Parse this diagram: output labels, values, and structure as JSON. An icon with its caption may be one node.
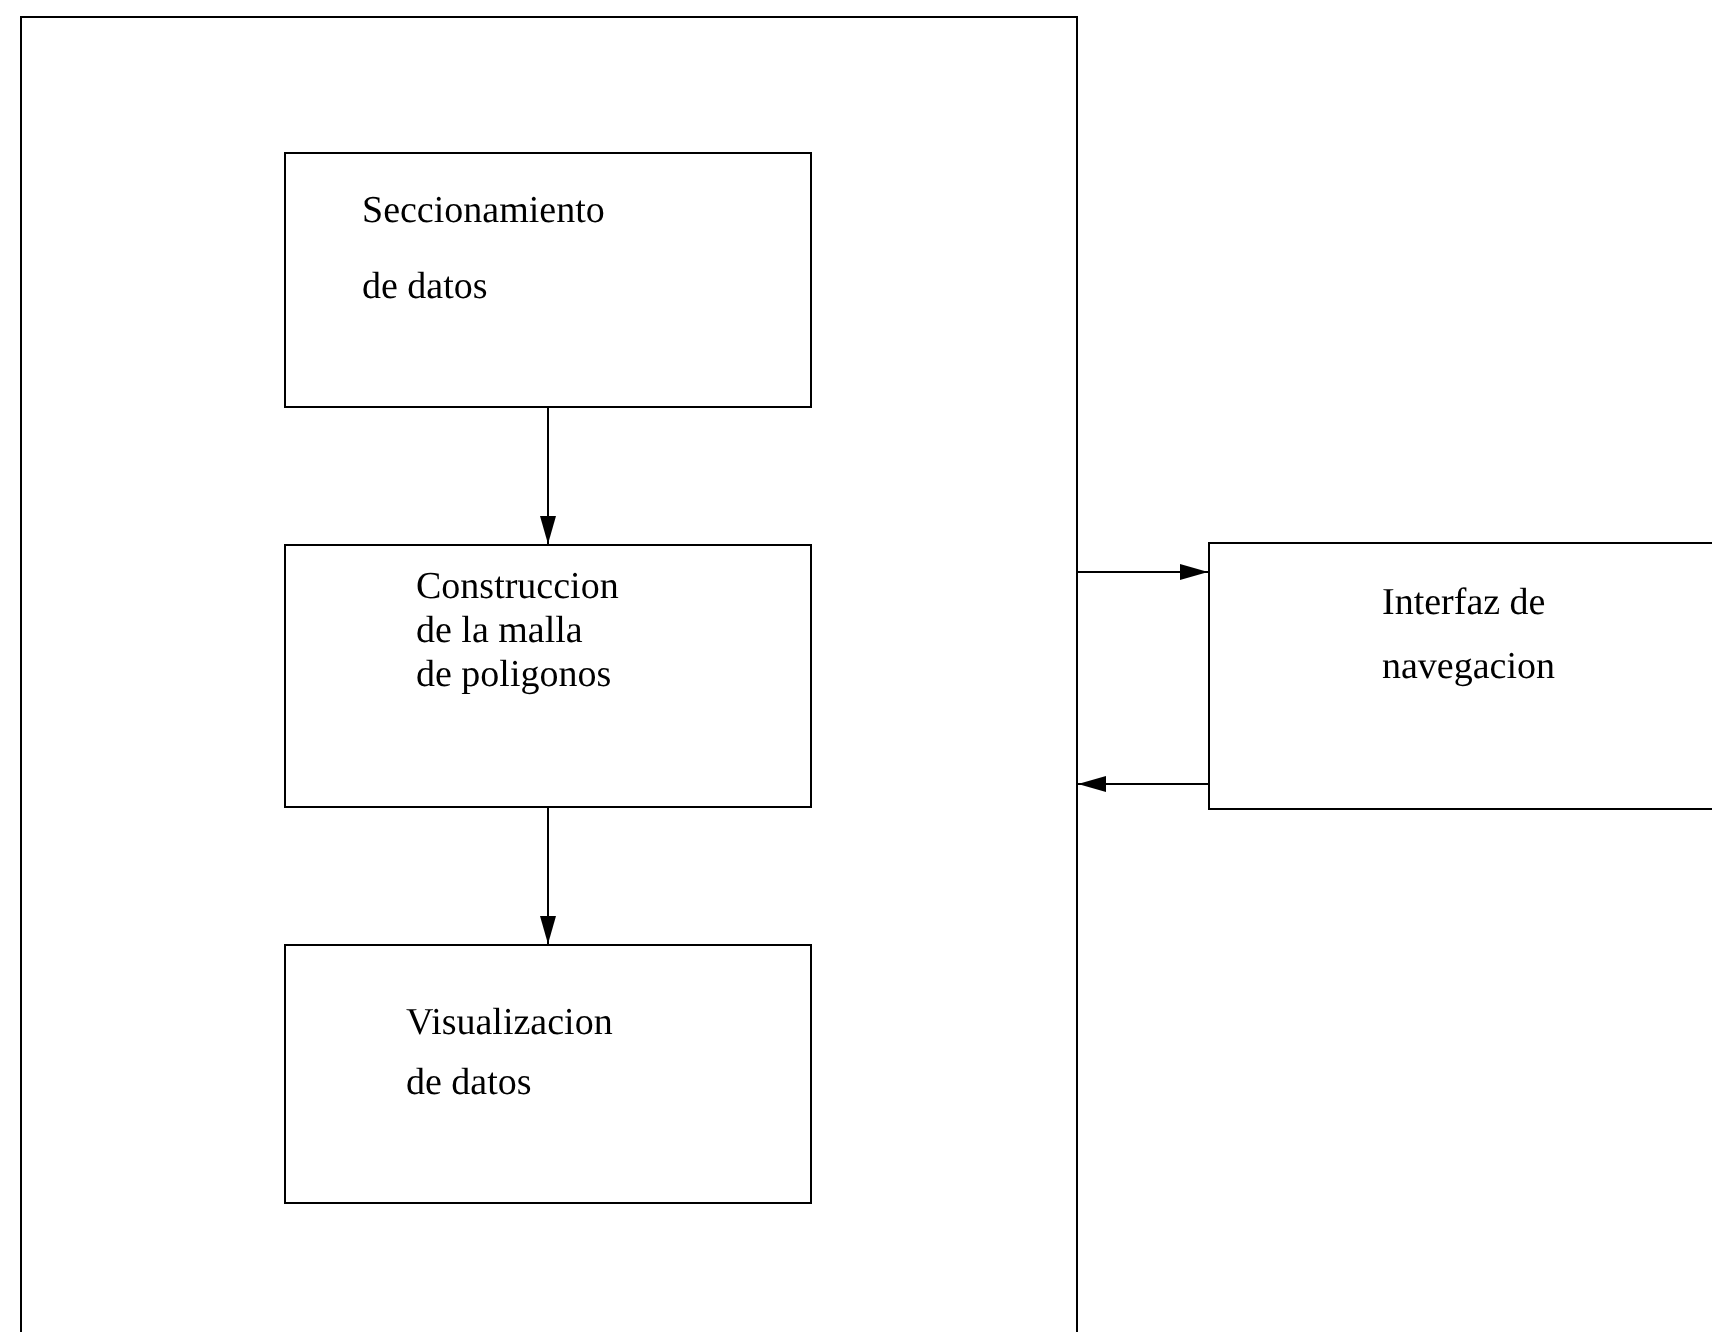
{
  "diagram": {
    "nodes": [
      {
        "text": [],
        "shape": "box"
      },
      {
        "text": [
          "Seccionamiento de datos"
        ],
        "in": 0
      },
      {
        "text": [
          "Construccion de la malla de poligonos"
        ],
        "in": 0
      },
      {
        "text": [
          "Visualizacion de datos"
        ],
        "in": 0
      },
      {
        "text": [
          "Interfaz de navegacion"
        ]
      }
    ],
    "edges": [
      {
        "from": 1,
        "to": 2,
        "arrow": "to"
      },
      {
        "from": 2,
        "to": 3,
        "arrow": "to"
      },
      {
        "from": 0,
        "to": 4,
        "arrow": "to"
      },
      {
        "from": 4,
        "to": 0,
        "arrow": "to"
      }
    ]
  }
}
